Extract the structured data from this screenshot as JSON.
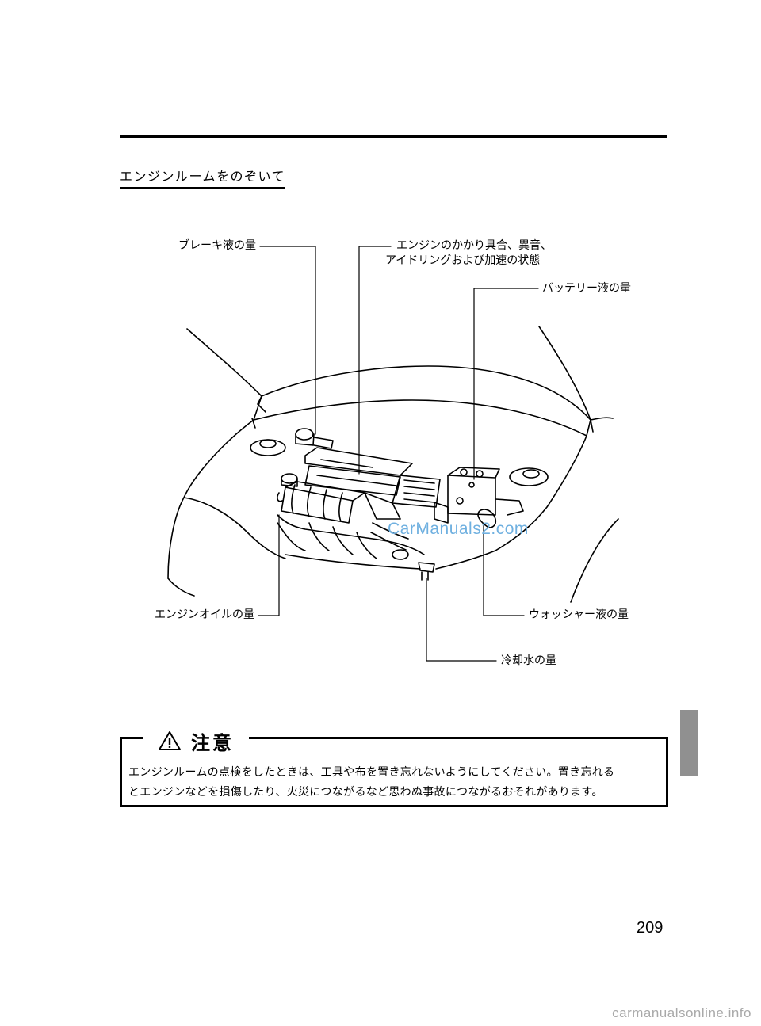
{
  "section_heading": "エンジンルームをのぞいて",
  "labels": {
    "brake_fluid": "ブレーキ液の量",
    "engine_condition_line1": "エンジンのかかり具合、異音、",
    "engine_condition_line2": "アイドリングおよび加速の状態",
    "battery_fluid": "バッテリー液の量",
    "engine_oil": "エンジンオイルの量",
    "washer_fluid": "ウォッシャー液の量",
    "coolant": "冷却水の量"
  },
  "caution": {
    "title": "注意",
    "line1": "エンジンルームの点検をしたときは、工具や布を置き忘れないようにしてください。置き忘れる",
    "line2": "とエンジンなどを損傷したり、火災につながるなど思わぬ事故につながるおそれがあります。"
  },
  "page_number": "209",
  "watermark": "CarManuals2.com",
  "footer_watermark": "carmanualsonline.info"
}
